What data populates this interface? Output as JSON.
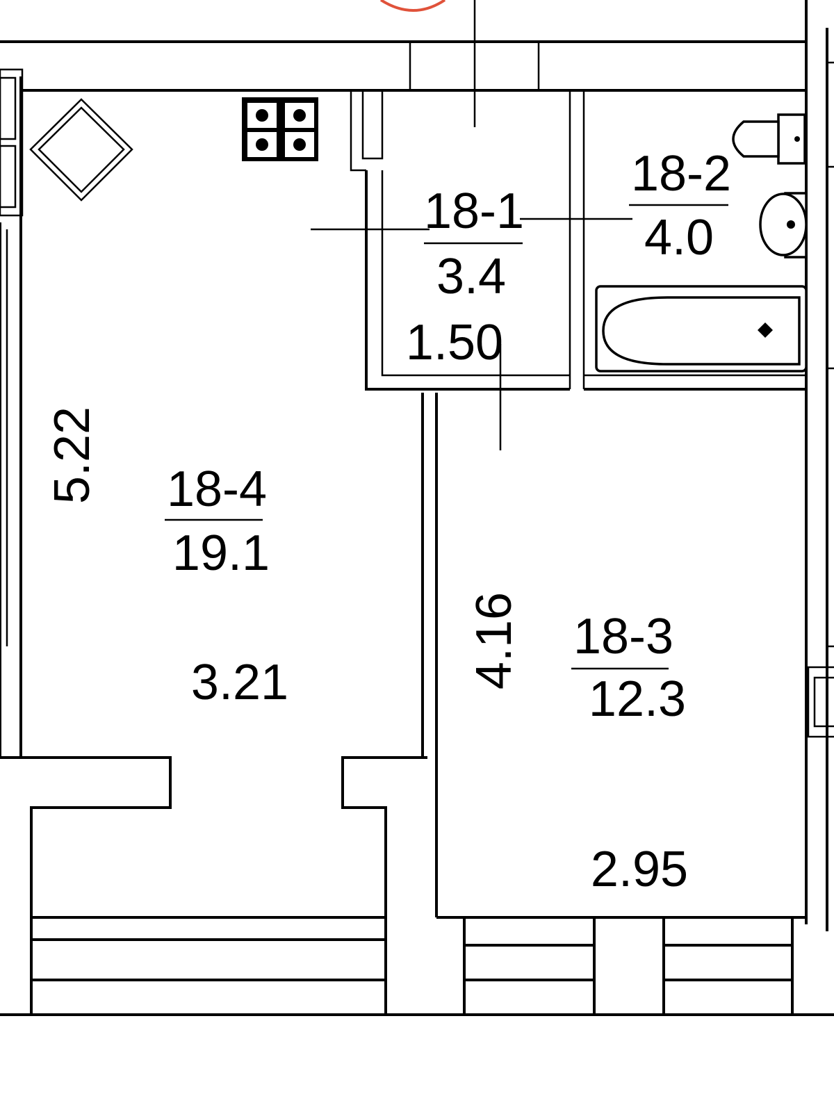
{
  "rooms": [
    {
      "number": "18-1",
      "area": "3.4"
    },
    {
      "number": "18-2",
      "area": "4.0"
    },
    {
      "number": "18-3",
      "area": "12.3"
    },
    {
      "number": "18-4",
      "area": "19.1"
    }
  ],
  "dimensions": {
    "corridor_width": "1.50",
    "living_height": "5.22",
    "living_width": "3.21",
    "bedroom_height": "4.16",
    "bedroom_width": "2.95"
  }
}
